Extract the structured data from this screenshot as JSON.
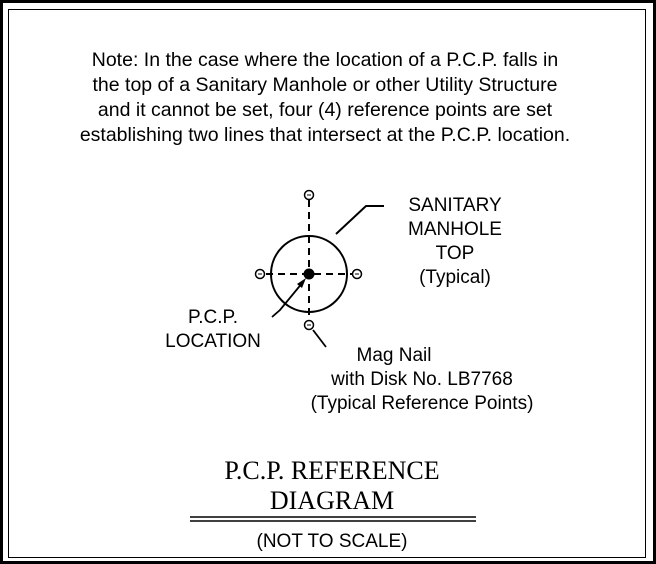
{
  "note": {
    "lines": [
      "Note: In the case where the location of a P.C.P. falls in",
      "the top of a Sanitary Manhole or other Utility Structure",
      "and it cannot be set, four (4) reference points are set",
      "establishing two lines that intersect at the P.C.P. location."
    ]
  },
  "labels": {
    "manhole": [
      "SANITARY",
      "MANHOLE",
      "TOP",
      "(Typical)"
    ],
    "pcp": [
      "P.C.P.",
      "LOCATION"
    ],
    "mag_nail": [
      "Mag Nail",
      "with Disk No. LB7768",
      "(Typical Reference Points)"
    ]
  },
  "title": {
    "line1": "P.C.P. REFERENCE",
    "line2": "DIAGRAM"
  },
  "scale_note": "(NOT TO SCALE)"
}
